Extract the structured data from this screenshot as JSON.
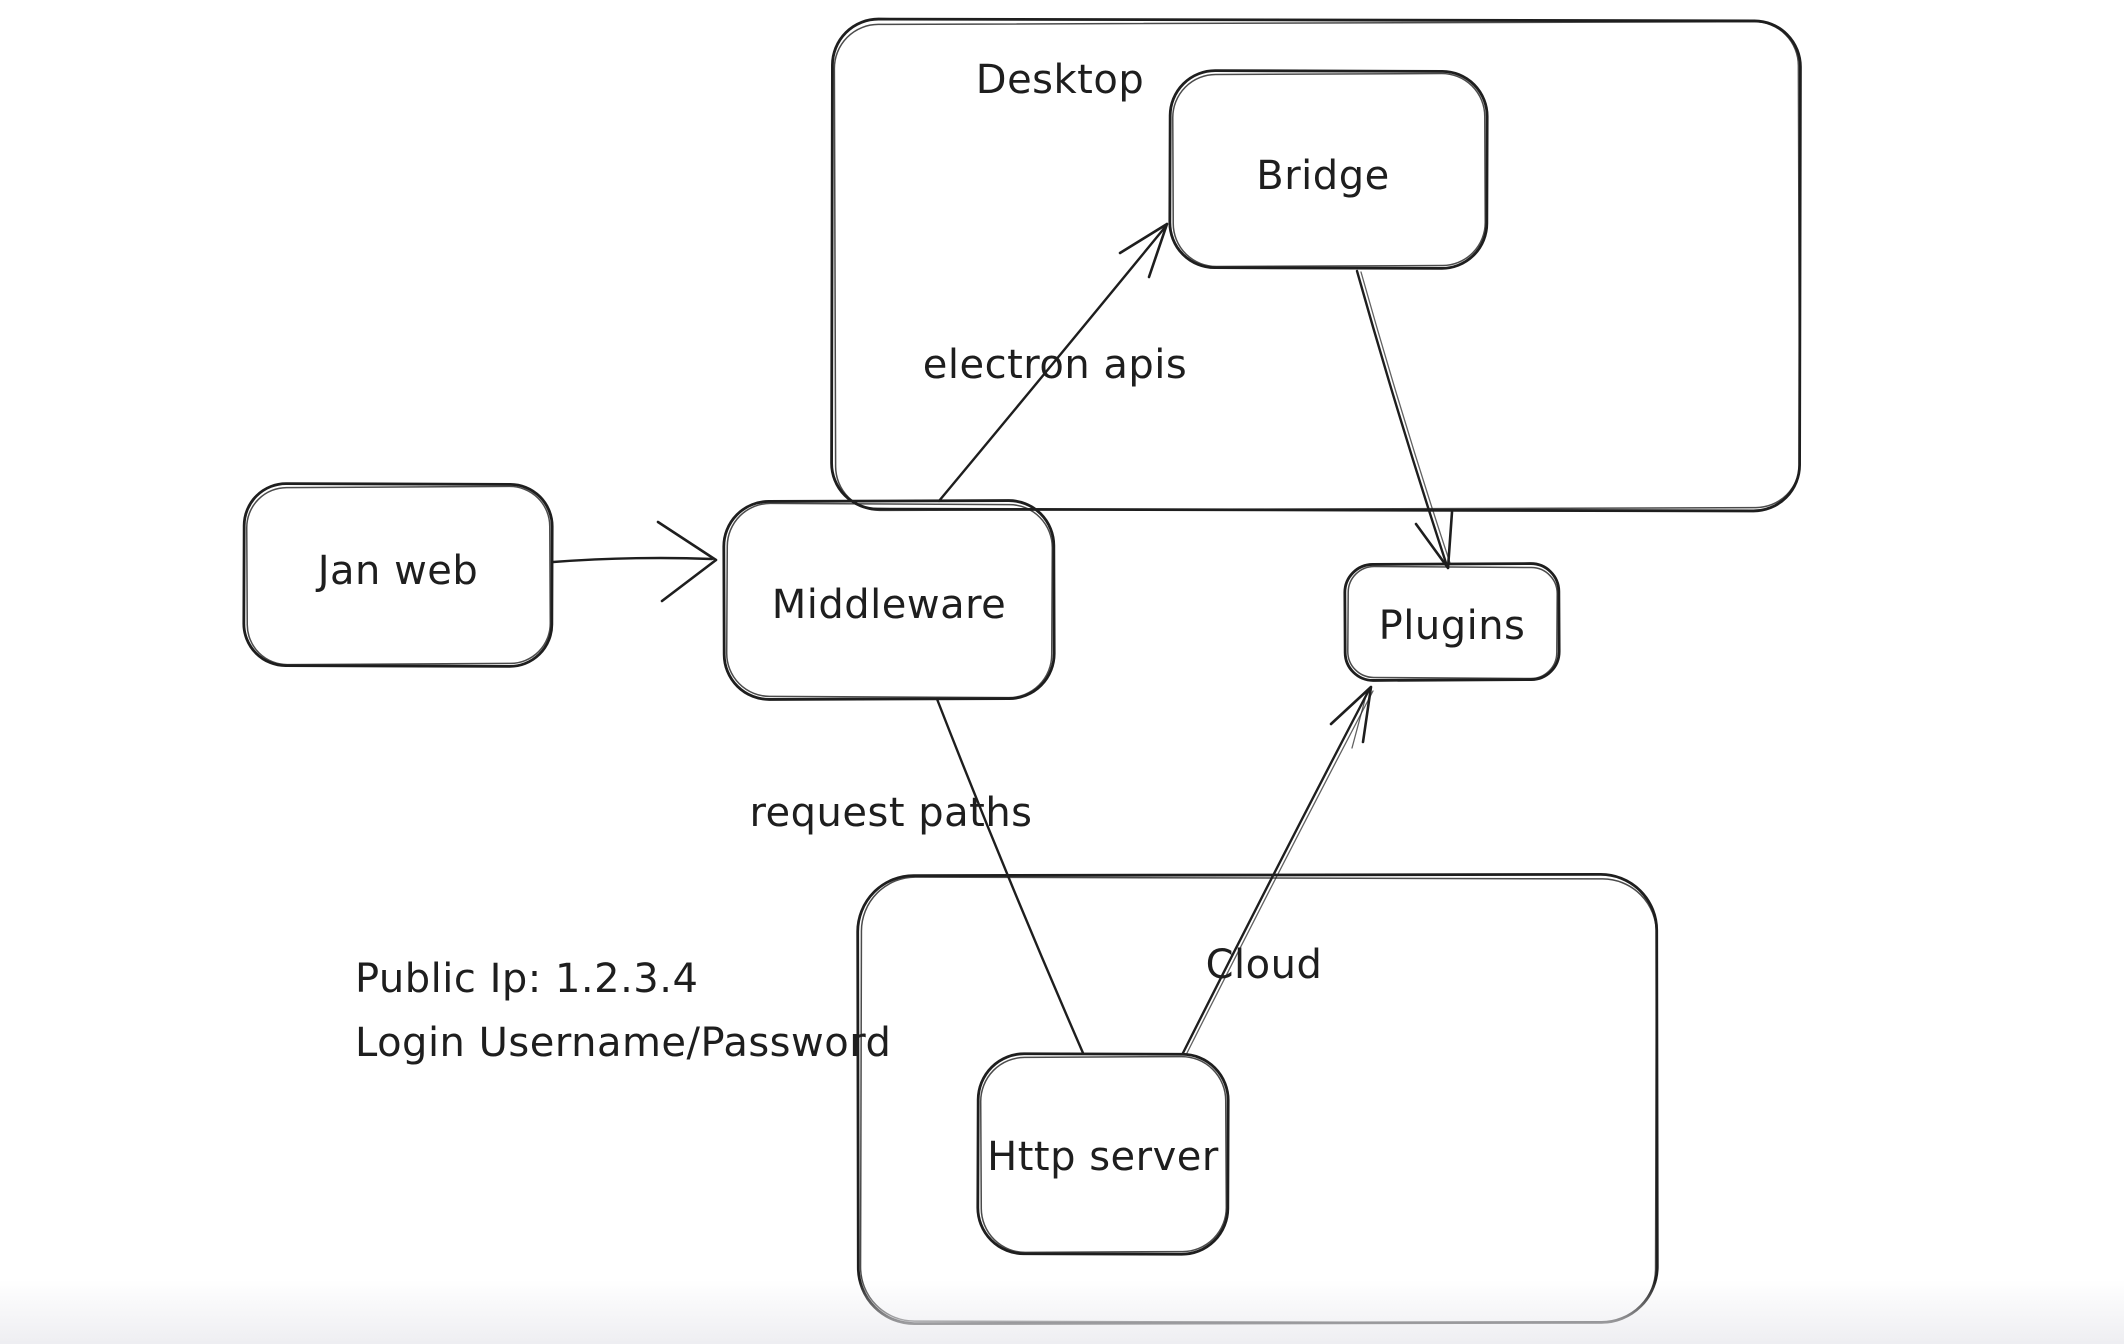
{
  "diagram": {
    "background": "#ffffff",
    "stroke_color": "#1e1e1e",
    "containers": {
      "desktop": {
        "label": "Desktop"
      },
      "cloud": {
        "label": "Cloud"
      }
    },
    "nodes": {
      "jan_web": {
        "label": "Jan web"
      },
      "middleware": {
        "label": "Middleware"
      },
      "bridge": {
        "label": "Bridge"
      },
      "plugins": {
        "label": "Plugins"
      },
      "http_server": {
        "label": "Http server"
      }
    },
    "edges": [
      {
        "from": "Jan web",
        "to": "Middleware",
        "label": "",
        "arrow": true
      },
      {
        "from": "Middleware",
        "to": "Bridge",
        "label": "electron apis",
        "arrow": true
      },
      {
        "from": "Bridge",
        "to": "Plugins",
        "label": "",
        "arrow": true
      },
      {
        "from": "Middleware",
        "to": "Http server",
        "label": "request paths",
        "arrow": false
      },
      {
        "from": "Http server",
        "to": "Plugins",
        "label": "",
        "arrow": true
      }
    ],
    "note": {
      "line1": "Public Ip: 1.2.3.4",
      "line2": "Login Username/Password"
    }
  }
}
